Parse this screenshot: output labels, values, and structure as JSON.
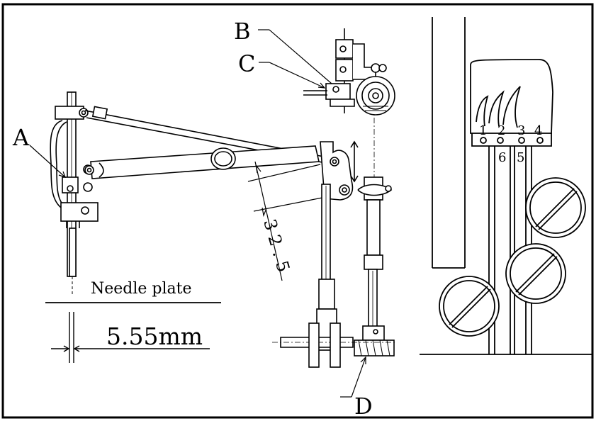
{
  "labels": {
    "a": "A",
    "b": "B",
    "c": "C",
    "d": "D"
  },
  "needle_plate_label": "Needle plate",
  "gap_dimension": "5.55mm",
  "link_dimension": "3 2 . 5",
  "thread_guide_numbers": [
    "1",
    "2",
    "3",
    "4",
    "6",
    "5"
  ],
  "colors": {
    "line": "#000000",
    "background": "#ffffff"
  }
}
